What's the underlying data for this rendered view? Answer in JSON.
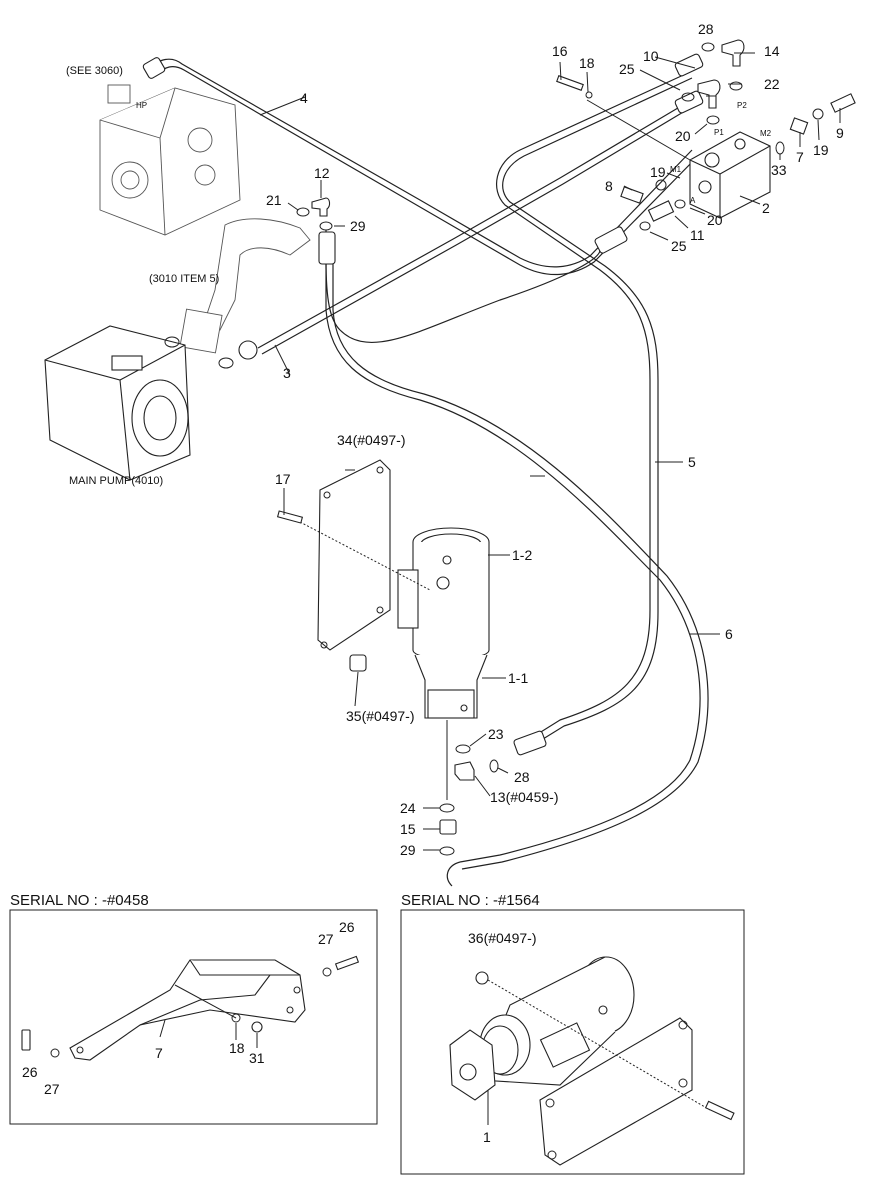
{
  "references": {
    "see_3060": "(SEE 3060)",
    "item_3010": "(3010 ITEM 5)",
    "main_pump": "MAIN PUMP(4010)"
  },
  "port_marks": {
    "hp": "HP",
    "p1": "P1",
    "p2": "P2",
    "m1": "M1",
    "m2": "M2",
    "a": "A"
  },
  "part_labels": {
    "p1_1": "1-1",
    "p1_2": "1-2",
    "p2": "2",
    "p3": "3",
    "p4": "4",
    "p5": "5",
    "p6": "6",
    "p7": "7",
    "p8": "8",
    "p9": "9",
    "p10": "10",
    "p11": "11",
    "p12": "12",
    "p13": "13(#0459-)",
    "p14": "14",
    "p15": "15",
    "p16": "16",
    "p17": "17",
    "p18": "18",
    "p19a": "19",
    "p19b": "19",
    "p20a": "20",
    "p20b": "20",
    "p21": "21",
    "p22": "22",
    "p23": "23",
    "p24": "24",
    "p25a": "25",
    "p25b": "25",
    "p28a": "28",
    "p28b": "28",
    "p29a": "29",
    "p29b": "29",
    "p33": "33",
    "p34": "34(#0497-)",
    "p35": "35(#0497-)"
  },
  "inset_left": {
    "header": "SERIAL NO : -#0458",
    "labels": {
      "p26a": "26",
      "p27a": "27",
      "p26b": "26",
      "p27b": "27",
      "p7": "7",
      "p18": "18",
      "p31": "31"
    }
  },
  "inset_right": {
    "header": "SERIAL NO : -#1564",
    "labels": {
      "p36": "36(#0497-)",
      "p1": "1"
    }
  }
}
